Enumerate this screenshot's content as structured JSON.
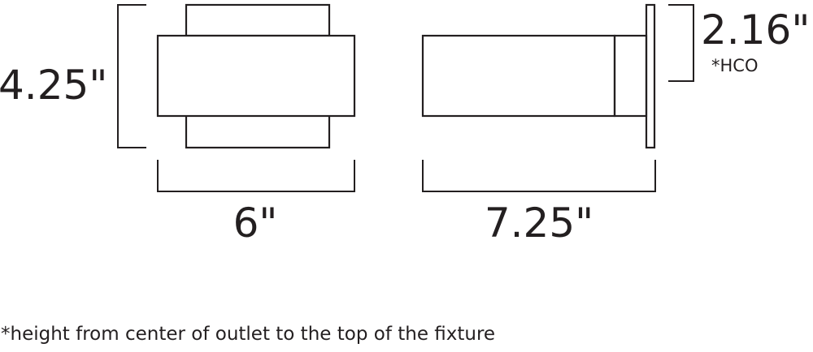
{
  "dimensions": {
    "height": "4.25\"",
    "width": "6\"",
    "depth": "7.25\"",
    "hco": "2.16\"",
    "hco_label": "*HCO"
  },
  "footnote": "*height from center of outlet to the top of the fixture"
}
